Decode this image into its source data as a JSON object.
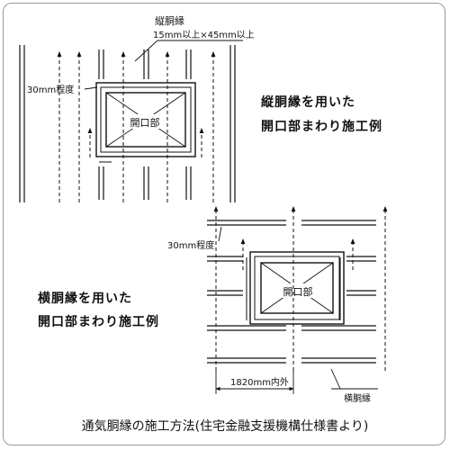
{
  "top_section": {
    "label_batten": "縦胴縁",
    "label_dimension": "15mm以上×45mm以上",
    "label_gap": "30mm程度",
    "label_opening": "開口部",
    "title_line1": "縦胴縁を用いた",
    "title_line2": "開口部まわり施工例"
  },
  "bottom_section": {
    "label_gap": "30mm程度",
    "label_opening": "開口部",
    "title_line1": "横胴縁を用いた",
    "title_line2": "開口部まわり施工例",
    "label_spacing": "1820mm内外",
    "label_batten": "横胴縁"
  },
  "caption": "通気胴縁の施工方法(住宅金融支援機構仕様書より)",
  "colors": {
    "line": "#111111",
    "frame": "#9a9a9a"
  }
}
